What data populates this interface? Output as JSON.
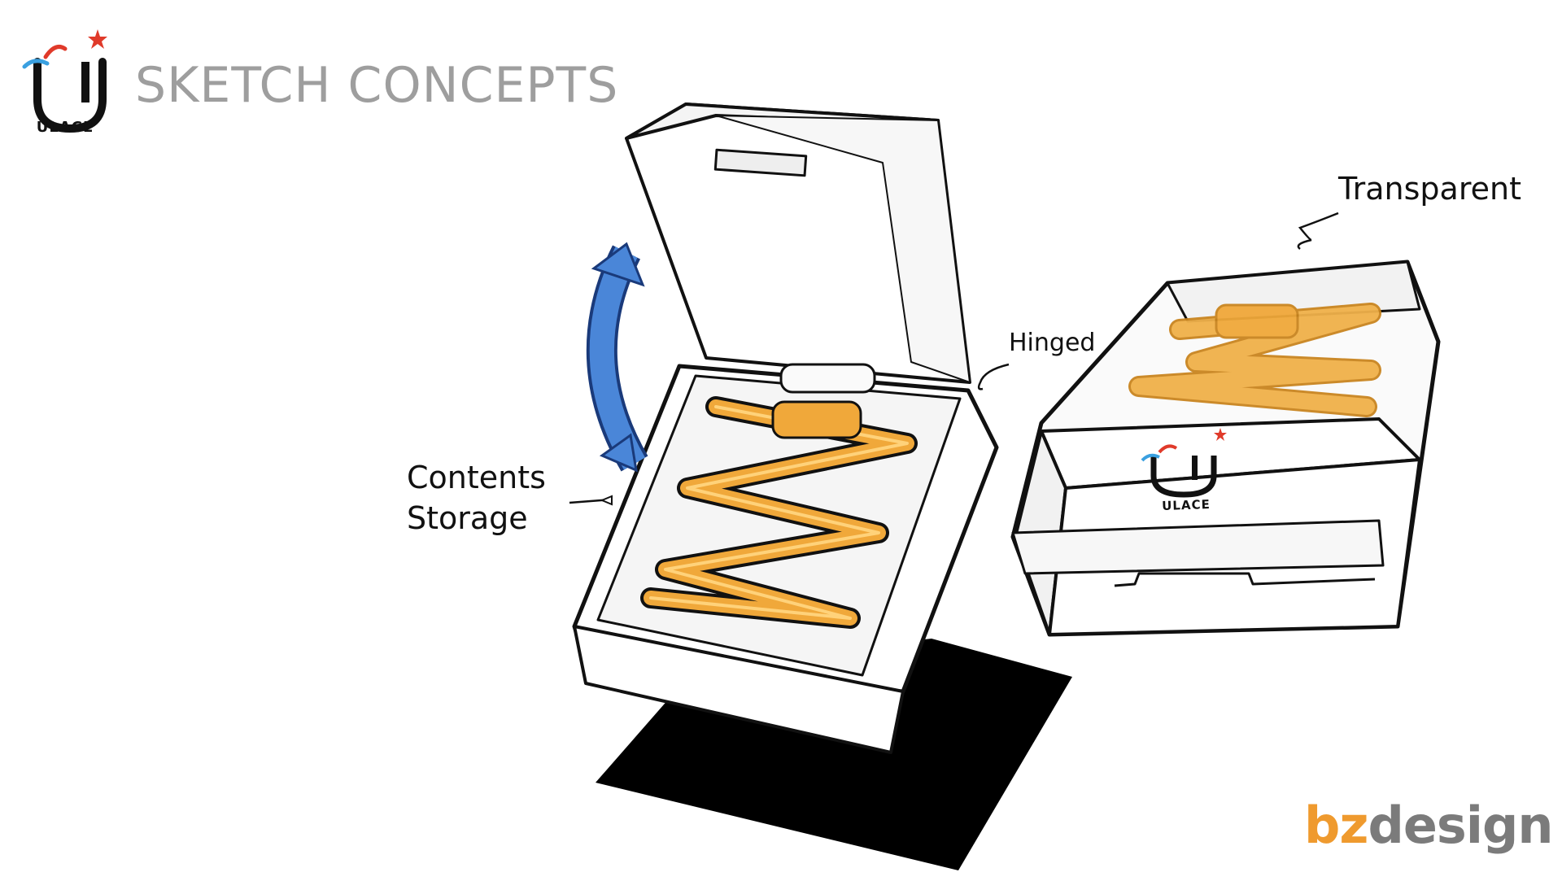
{
  "slide": {
    "title": "SKETCH CONCEPTS",
    "logo_text": "ULACE",
    "labels": {
      "hinged": "Hinged",
      "transparent": "Transparent",
      "contents_line1": "Contents",
      "contents_line2": "Storage"
    },
    "box_logo_text": "ULACE",
    "brand": {
      "part1": "bz",
      "part2": "design"
    }
  },
  "colors": {
    "accent_orange": "#ef9a2e",
    "lace_orange": "#f0a83a",
    "arrow_blue": "#4a86d8",
    "title_gray": "#9e9e9e",
    "logo_red": "#e03a2a",
    "logo_blue": "#3aa0e0"
  }
}
